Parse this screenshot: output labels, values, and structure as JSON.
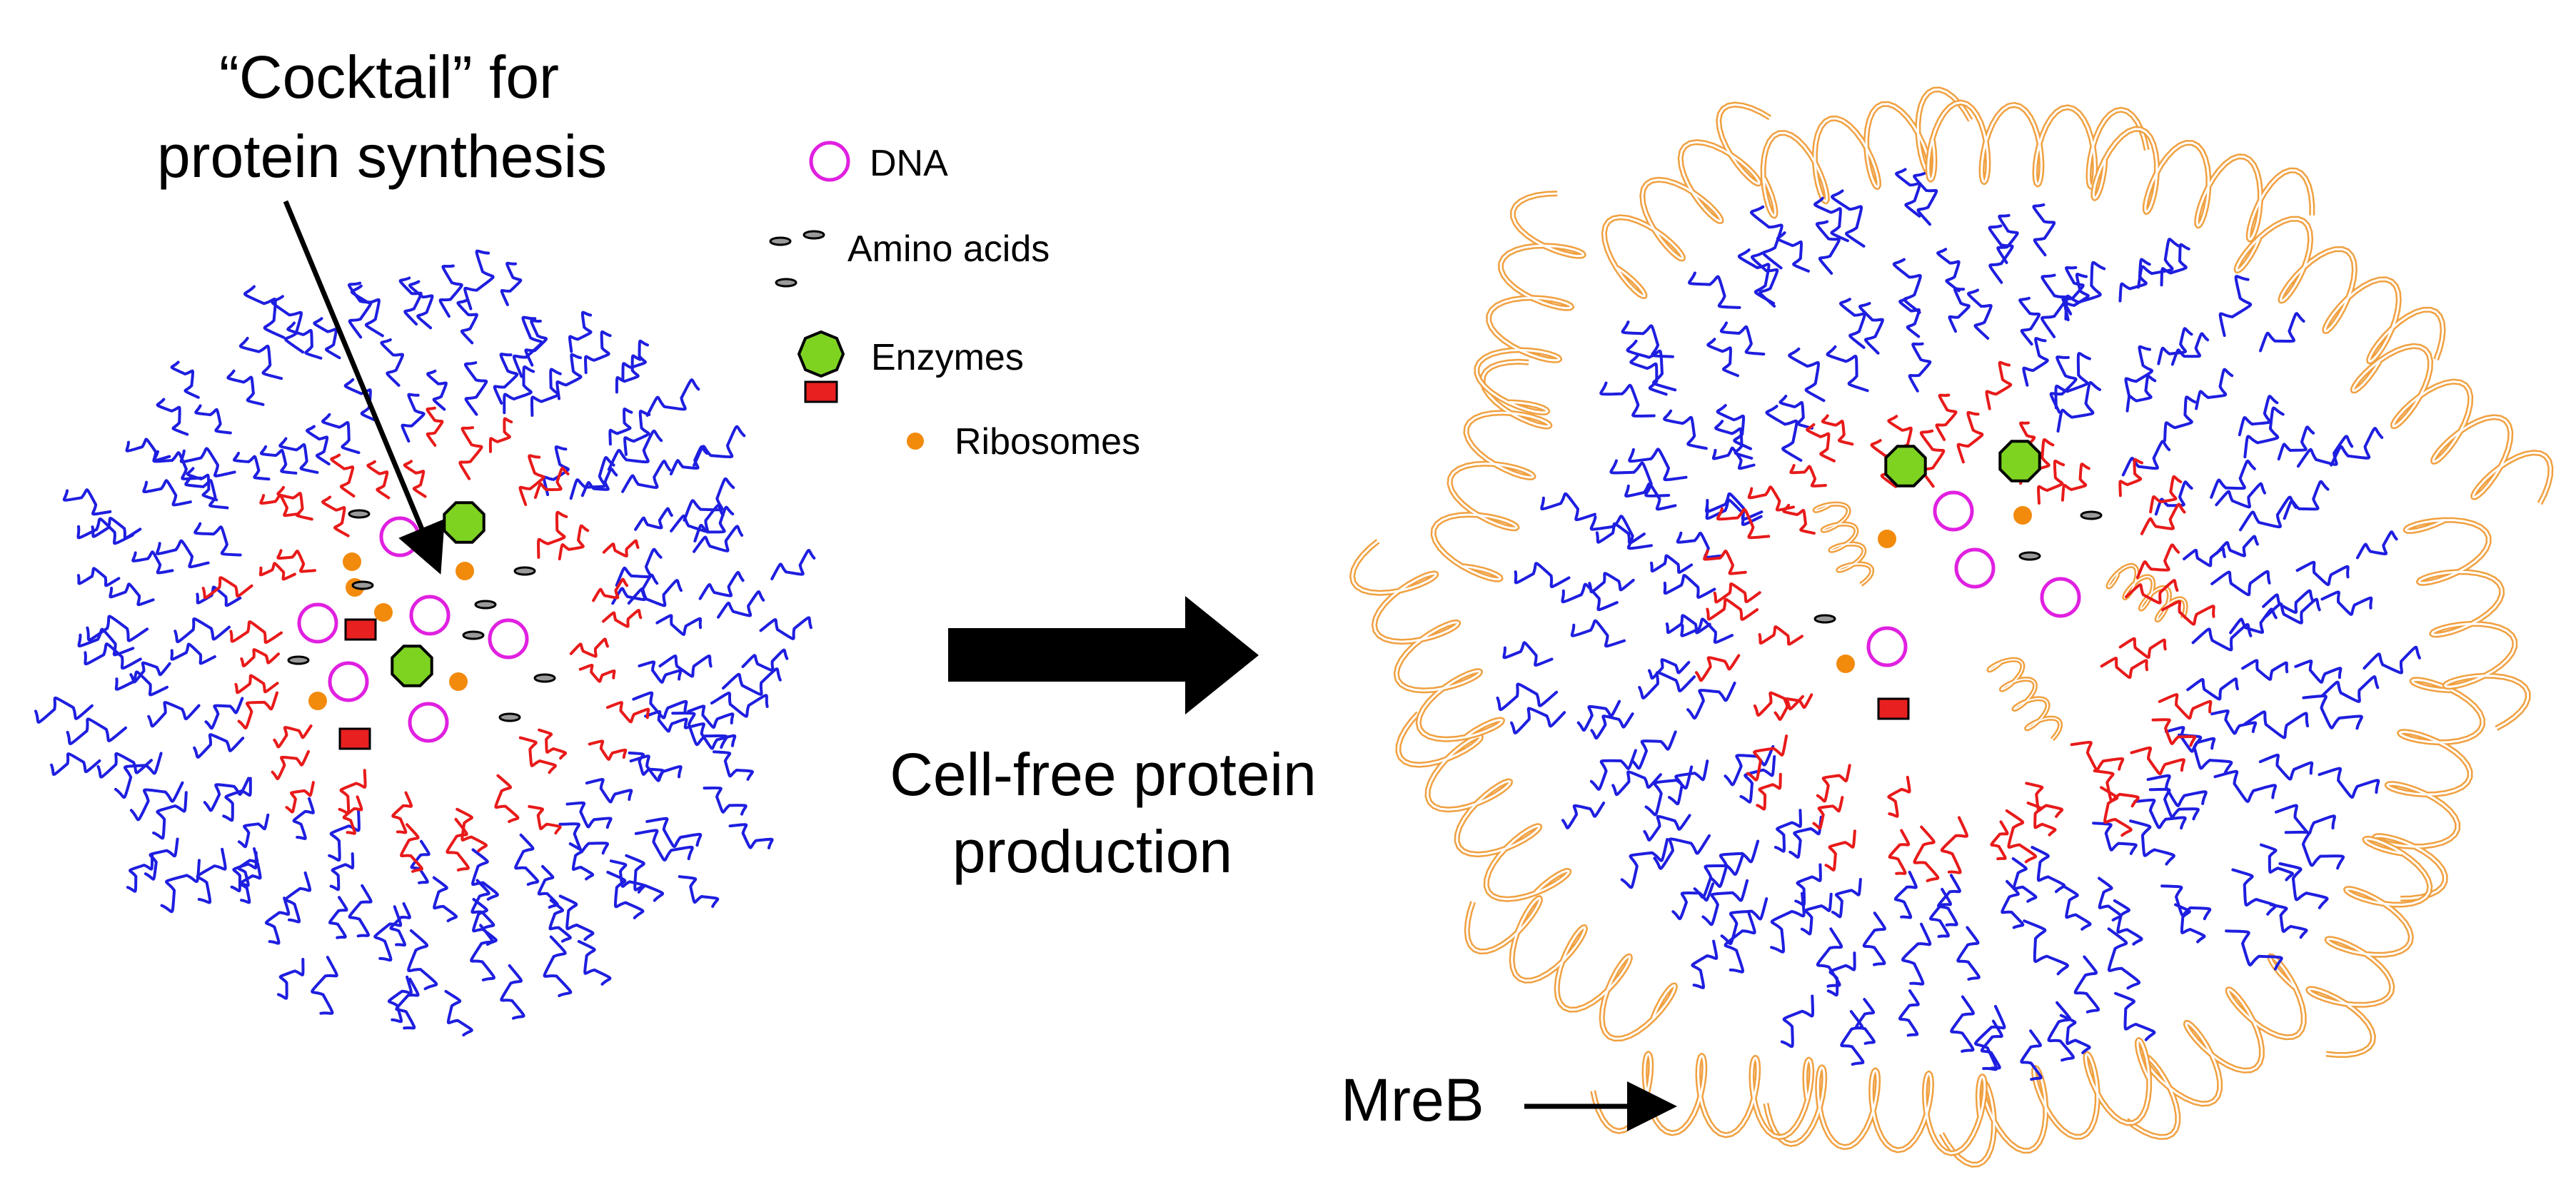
{
  "title": {
    "line1": "“Cocktail” for",
    "line2": "protein synthesis"
  },
  "legend": [
    {
      "key": "dna",
      "label": "DNA"
    },
    {
      "key": "amino",
      "label": "Amino acids"
    },
    {
      "key": "enzyme",
      "label": "Enzymes"
    },
    {
      "key": "ribosome",
      "label": "Ribosomes"
    }
  ],
  "process_label": {
    "line1": "Cell-free protein",
    "line2": "production"
  },
  "mreb_label": "MreB",
  "colors": {
    "lipid_outer": "#1e1ee0",
    "lipid_inner": "#e81a1a",
    "dna": "#e020e0",
    "enzyme_fill": "#7ed321",
    "ribosome": "#f28a0c",
    "amino_fill": "#9a9a9a",
    "red_box": "#e82020",
    "mreb": "#f0a040",
    "arrow": "#000000"
  }
}
